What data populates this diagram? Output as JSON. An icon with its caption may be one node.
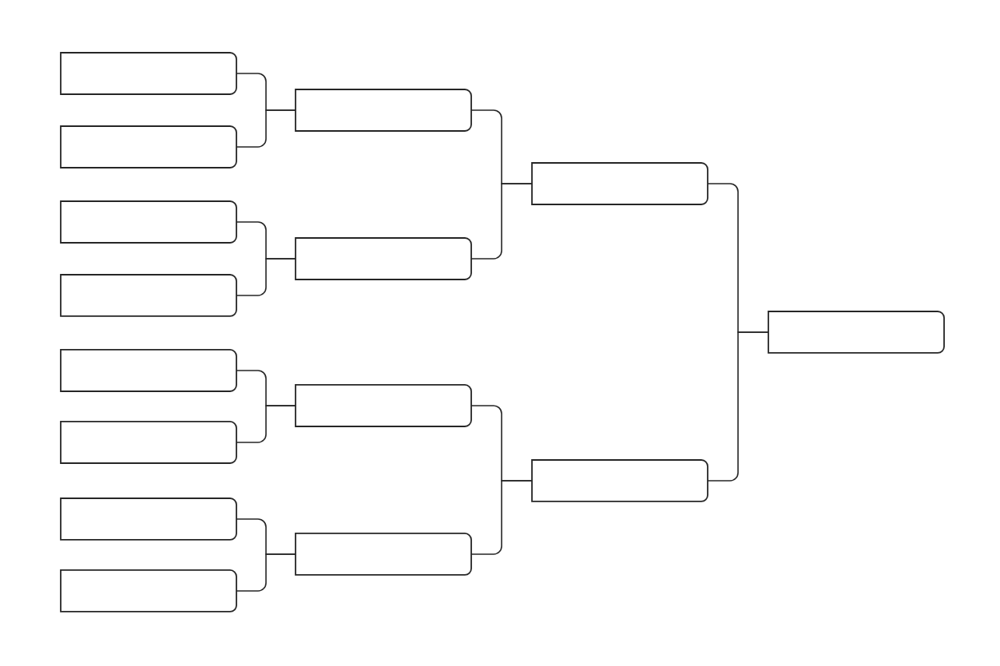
{
  "diagram": {
    "nodes": [
      {
        "text": [],
        "shape": "box"
      },
      {
        "text": [],
        "shape": "box"
      },
      {
        "text": [],
        "shape": "box"
      },
      {
        "text": [],
        "shape": "box"
      },
      {
        "text": [],
        "shape": "box"
      },
      {
        "text": [],
        "shape": "box"
      },
      {
        "text": [],
        "shape": "box"
      },
      {
        "text": [],
        "shape": "box"
      },
      {
        "text": [],
        "shape": "box"
      },
      {
        "text": [],
        "shape": "box"
      },
      {
        "text": [],
        "shape": "box"
      },
      {
        "text": [],
        "shape": "box"
      },
      {
        "text": [],
        "shape": "box"
      },
      {
        "text": [],
        "shape": "box"
      },
      {
        "text": [],
        "shape": "box"
      }
    ],
    "edges": [
      {
        "from": 0,
        "to": 8,
        "arrow": "none"
      },
      {
        "from": 1,
        "to": 8,
        "arrow": "none"
      },
      {
        "from": 2,
        "to": 9,
        "arrow": "none"
      },
      {
        "from": 3,
        "to": 9,
        "arrow": "none"
      },
      {
        "from": 4,
        "to": 10,
        "arrow": "none"
      },
      {
        "from": 5,
        "to": 10,
        "arrow": "none"
      },
      {
        "from": 6,
        "to": 11,
        "arrow": "none"
      },
      {
        "from": 7,
        "to": 11,
        "arrow": "none"
      },
      {
        "from": 8,
        "to": 12,
        "arrow": "none"
      },
      {
        "from": 9,
        "to": 12,
        "arrow": "none"
      },
      {
        "from": 10,
        "to": 13,
        "arrow": "none"
      },
      {
        "from": 11,
        "to": 13,
        "arrow": "none"
      },
      {
        "from": 12,
        "to": 14,
        "arrow": "none"
      },
      {
        "from": 13,
        "to": 14,
        "arrow": "none"
      }
    ]
  }
}
